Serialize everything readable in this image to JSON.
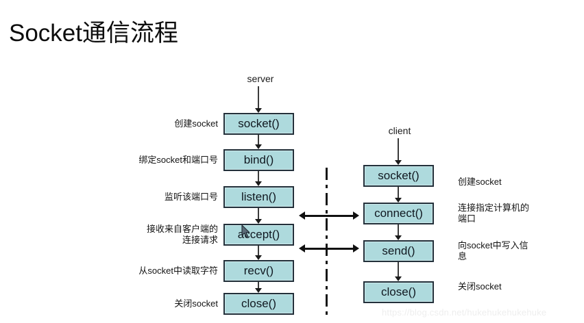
{
  "title": "Socket通信流程",
  "columns": {
    "server_header": "server",
    "client_header": "client"
  },
  "server": {
    "steps": [
      {
        "box": "socket()",
        "label": "创建socket"
      },
      {
        "box": "bind()",
        "label": "绑定socket和端口号"
      },
      {
        "box": "listen()",
        "label": "监听该端口号"
      },
      {
        "box": "accept()",
        "label": "接收来自客户端的\n连接请求"
      },
      {
        "box": "recv()",
        "label": "从socket中读取字符"
      },
      {
        "box": "close()",
        "label": "关闭socket"
      }
    ]
  },
  "client": {
    "steps": [
      {
        "box": "socket()",
        "label": "创建socket"
      },
      {
        "box": "connect()",
        "label": "连接指定计算机的\n端口"
      },
      {
        "box": "send()",
        "label": "向socket中写入信\n息"
      },
      {
        "box": "close()",
        "label": "关闭socket"
      }
    ]
  },
  "separator": {
    "style": "dash-dot vertical line"
  },
  "bidirectional_arrows": [
    {
      "name": "accept-connect-link"
    },
    {
      "name": "accept-send-link"
    }
  ],
  "cursor": {
    "type": "arrow-pointer",
    "over": "accept()"
  },
  "watermark": "https://blog.csdn.net/hukehukehukehuke",
  "colors": {
    "box_fill": "#aedadd",
    "box_border": "#23303a",
    "box_inner_bevel": "#cfeaec",
    "text": "#141414",
    "arrow": "#101010",
    "background": "#ffffff",
    "watermark": "#eeeeee"
  }
}
